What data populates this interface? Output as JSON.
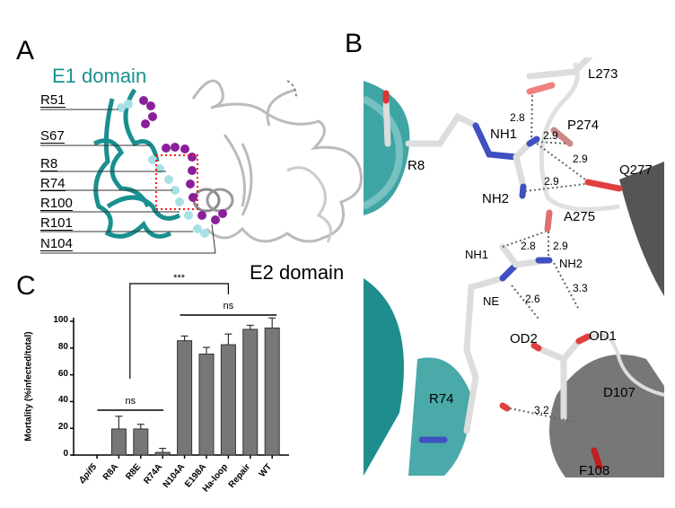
{
  "panel_a": {
    "letter": "A",
    "e1_label": "E1 domain",
    "e2_label": "E2 domain",
    "residues": [
      "R51",
      "S67",
      "R8",
      "R74",
      "R100",
      "R101",
      "N104"
    ],
    "colors": {
      "e1": "#1a8f8f",
      "e2": "#c8c8c8",
      "e1_spheres": "#a8e0e4",
      "e2_spheres": "#8a1f9a",
      "box": "#ff1a1a"
    }
  },
  "panel_b": {
    "letter": "B",
    "labels": {
      "L273": "L273",
      "P274": "P274",
      "Q277": "Q277",
      "R8": "R8",
      "A275": "A275",
      "R74": "R74",
      "D107": "D107",
      "F108": "F108",
      "NH1_top": "NH1",
      "NH2_top": "NH2",
      "NH1_bot": "NH1",
      "NH2_bot": "NH2",
      "NE": "NE",
      "OD1": "OD1",
      "OD2": "OD2"
    },
    "distances": [
      "2.8",
      "2.9",
      "2.9",
      "2.9",
      "2.8",
      "2.9",
      "3.3",
      "2.6",
      "3.2"
    ]
  },
  "panel_c": {
    "letter": "C"
  },
  "chart_data": {
    "type": "bar",
    "title": "",
    "xlabel": "",
    "ylabel": "Mortality (%infected/total)",
    "ylim": [
      0,
      100
    ],
    "yticks": [
      "0",
      "20",
      "40",
      "60",
      "80",
      "100"
    ],
    "categories": [
      "Δpif5",
      "R8A",
      "R8E",
      "R74A",
      "N104A",
      "E198A",
      "Ha-loop",
      "Repair",
      "WT"
    ],
    "values": [
      0,
      19.5,
      19.5,
      2,
      85.5,
      75.5,
      82.5,
      94,
      95
    ],
    "error_upper": [
      0,
      29,
      23,
      5,
      89,
      80.5,
      90.5,
      97,
      102.5
    ],
    "bar_color": "#777777",
    "significance": [
      {
        "label": "ns",
        "from": "R8A",
        "to": "R74A"
      },
      {
        "label": "ns",
        "from": "N104A",
        "to": "WT"
      },
      {
        "label": "***",
        "from": "R8E",
        "to": "Ha-loop"
      }
    ]
  }
}
